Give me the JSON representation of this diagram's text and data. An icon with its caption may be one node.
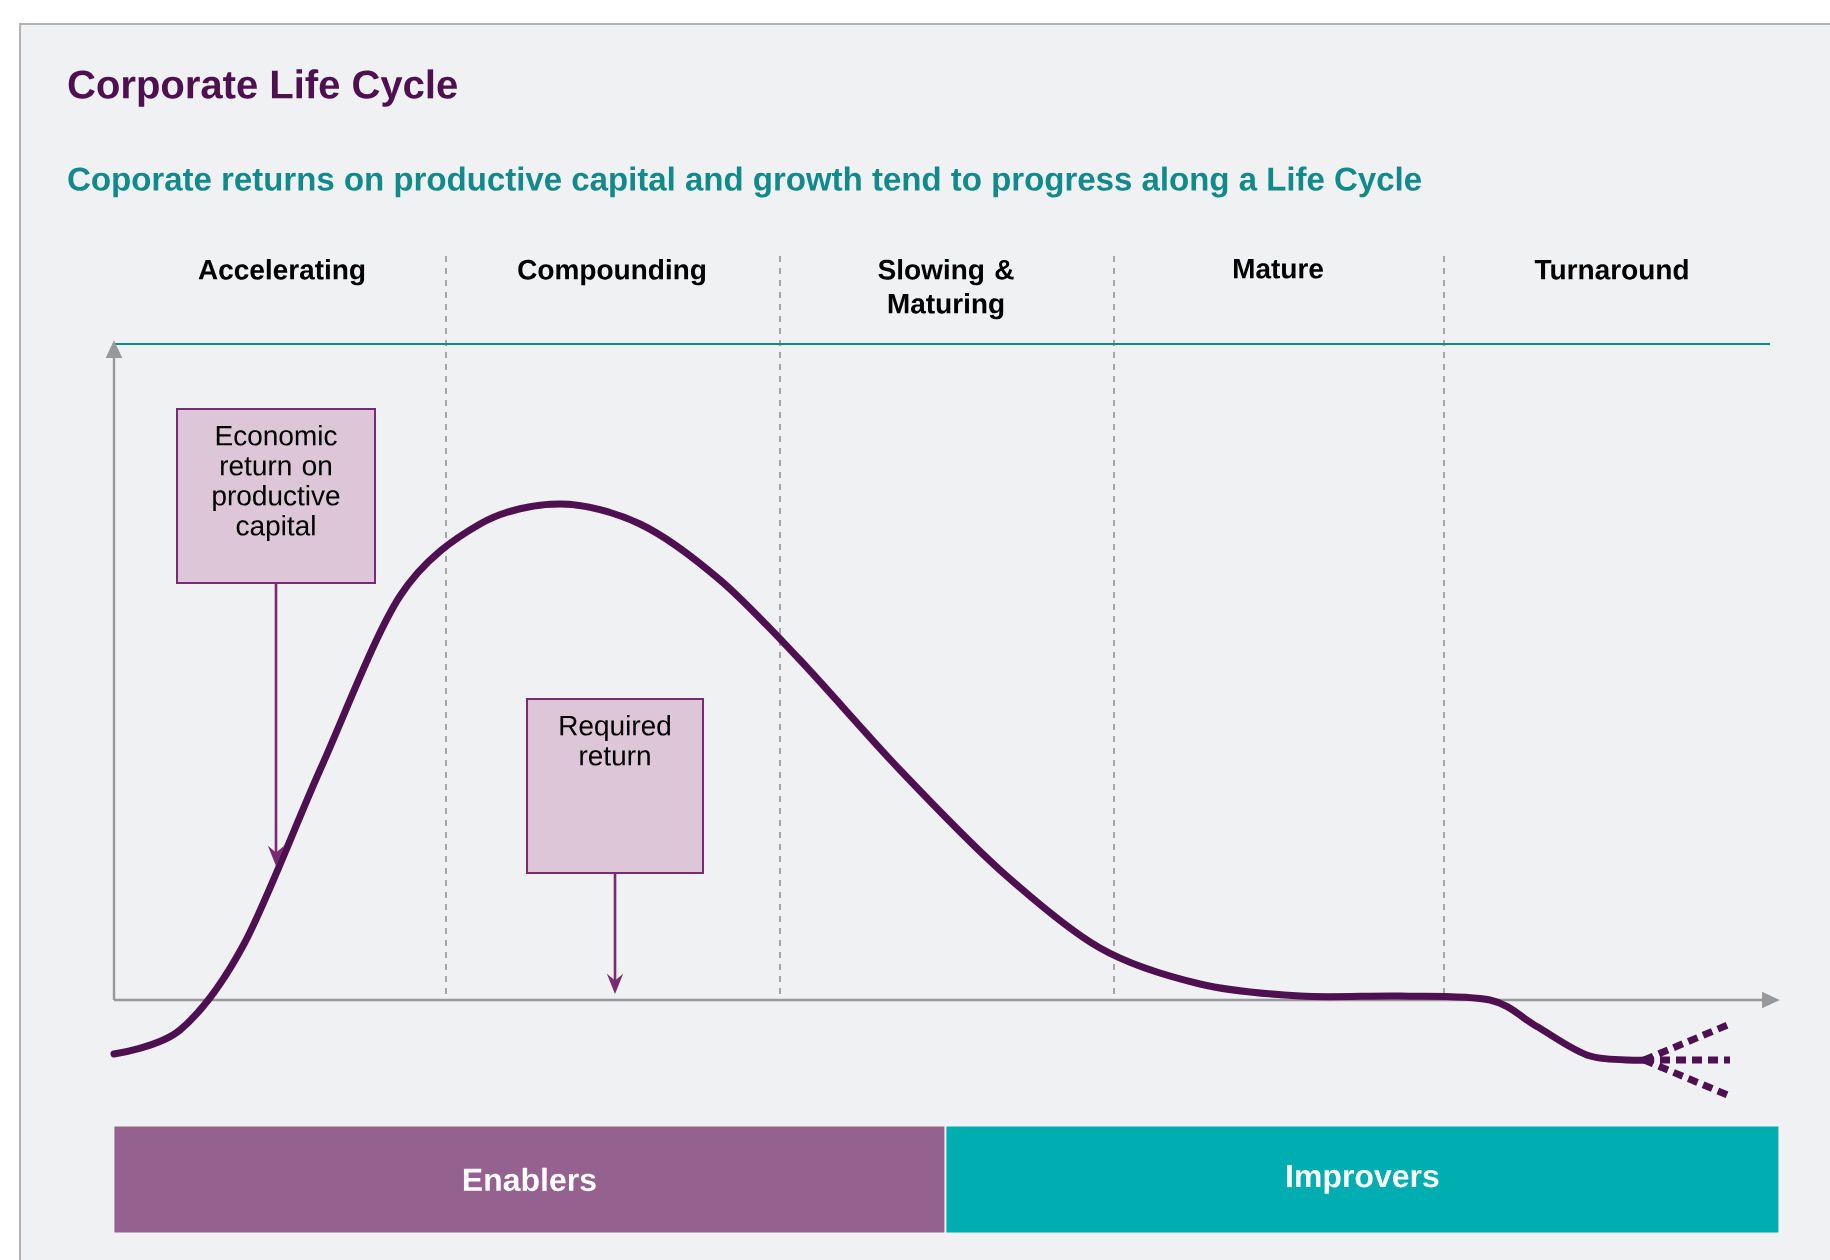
{
  "diagram": {
    "title": "Corporate Life Cycle",
    "nodes": [
      {
        "text": [
          "Economic return on productive capital"
        ]
      },
      {
        "text": [
          "Required return"
        ]
      },
      {
        "text": [
          "Enablers"
        ]
      },
      {
        "text": [
          "Improvers"
        ]
      }
    ],
    "edges": [
      {
        "from": 0,
        "to": null,
        "arrow": "to"
      },
      {
        "from": 1,
        "to": null,
        "arrow": "to"
      }
    ],
    "labels": [
      "Coporate returns on productive capital and growth tend to progress along a Life Cycle",
      "Accelerating",
      "Compounding",
      "Slowing & Maturing",
      "Mature",
      "Turnaround"
    ]
  }
}
